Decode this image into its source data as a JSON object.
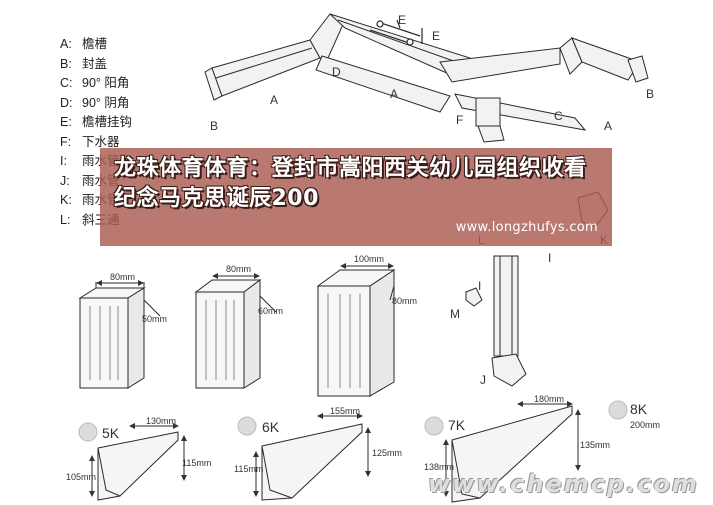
{
  "legend": [
    {
      "code": "A:",
      "text": "檐槽"
    },
    {
      "code": "B:",
      "text": "封盖"
    },
    {
      "code": "C:",
      "text": "90°  阳角"
    },
    {
      "code": "D:",
      "text": "90°  阴角"
    },
    {
      "code": "E:",
      "text": "檐槽挂钩"
    },
    {
      "code": "F:",
      "text": "下水器"
    },
    {
      "code": "I:",
      "text": "雨水管"
    },
    {
      "code": "J:",
      "text": "雨水管"
    },
    {
      "code": "K:",
      "text": "雨水管"
    },
    {
      "code": "L:",
      "text": "斜三通"
    }
  ],
  "part_letters": {
    "a1": "A",
    "a2": "A",
    "a3": "A",
    "b1": "B",
    "b2": "B",
    "c": "C",
    "d": "D",
    "e1": "E",
    "e2": "E",
    "f": "F",
    "i": "I",
    "i2": "I",
    "j": "J",
    "k": "K",
    "l": "L",
    "m": "M"
  },
  "downpipes": [
    {
      "w": "80mm",
      "d": "50mm"
    },
    {
      "w": "80mm",
      "d": "60mm"
    },
    {
      "w": "100mm",
      "d": "80mm"
    }
  ],
  "gutters": [
    {
      "name": "5K",
      "w": "130mm",
      "h1": "115mm",
      "h2": "105mm"
    },
    {
      "name": "6K",
      "w": "155mm",
      "h1": "125mm",
      "h2": "115mm"
    },
    {
      "name": "7K",
      "w": "180mm",
      "h1": "135mm",
      "h2": "138mm"
    },
    {
      "name": "8K",
      "w": "200mm"
    }
  ],
  "banner": {
    "title": "龙珠体育体育：登封市嵩阳西关幼儿园组织收看纪念马克思诞辰200",
    "url": "www.longzhufys.com"
  },
  "watermark": "www.chemcp.com",
  "colors": {
    "line": "#2a2a2a",
    "fill": "#f2f2f2",
    "banner": "#aa5c50"
  }
}
